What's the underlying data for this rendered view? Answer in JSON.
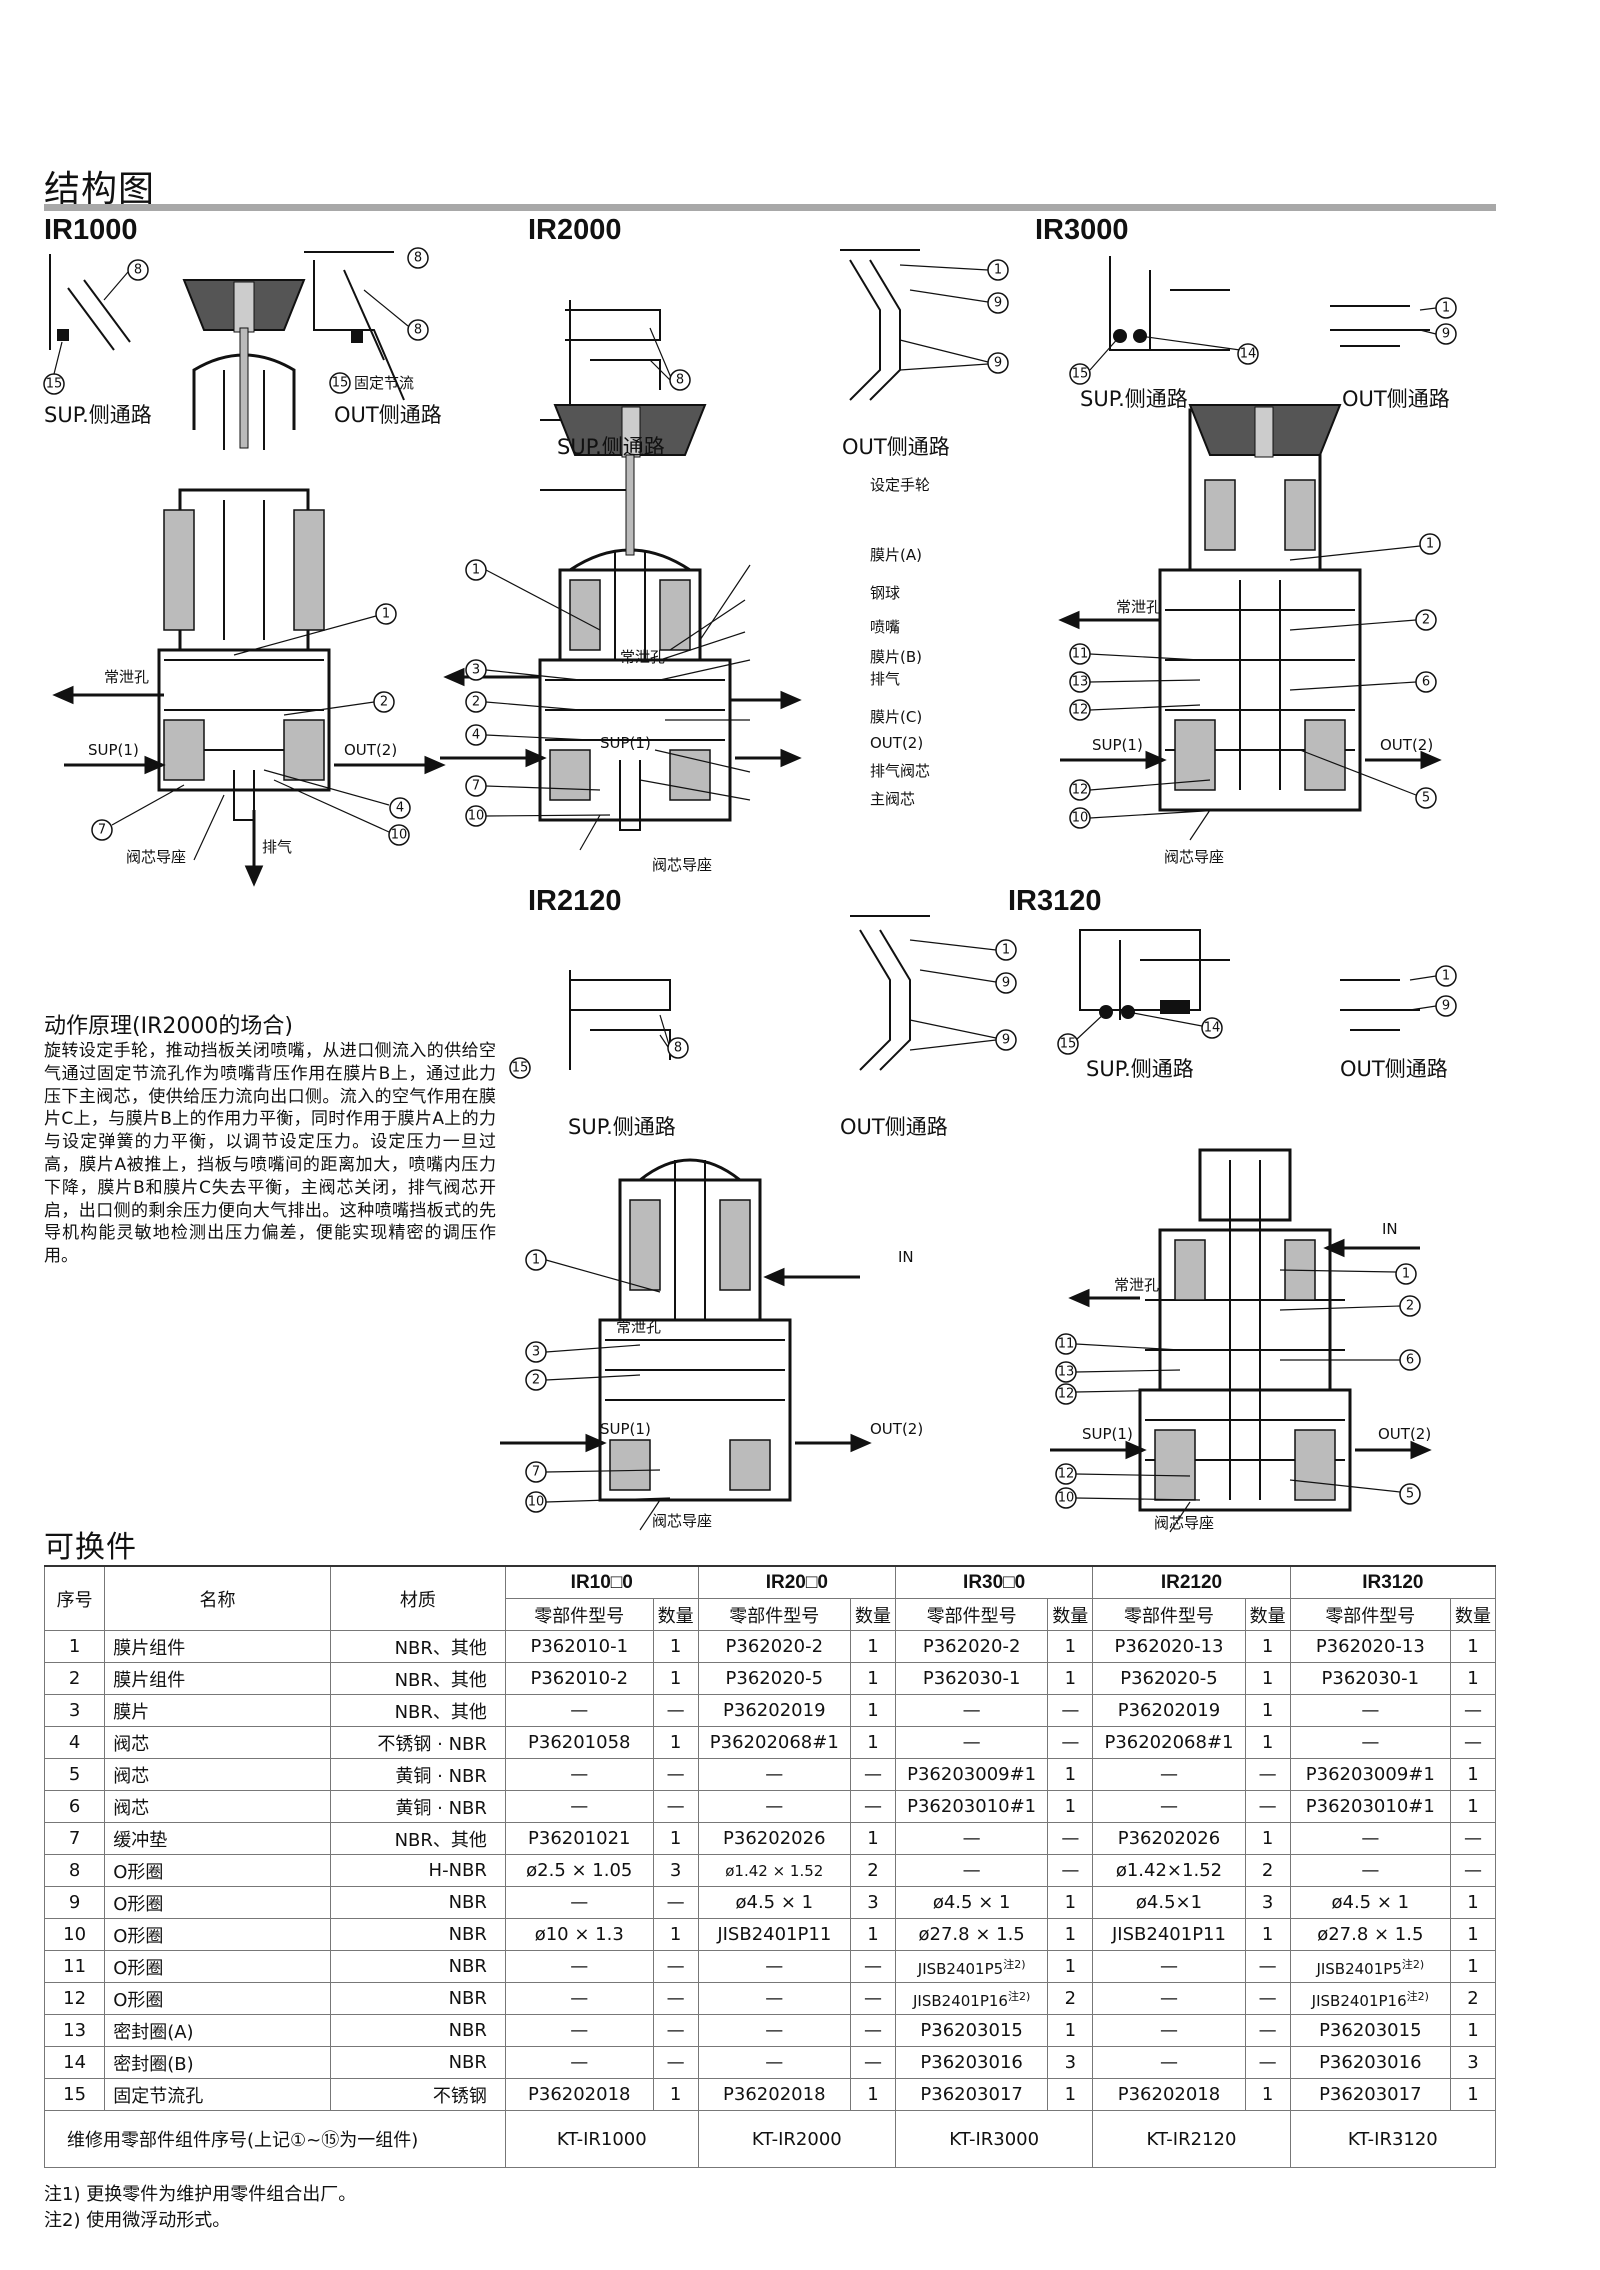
{
  "section_title": "结构图",
  "models": {
    "ir1000": "IR1000",
    "ir2000": "IR2000",
    "ir3000": "IR3000",
    "ir2120": "IR2120",
    "ir3120": "IR3120"
  },
  "labels": {
    "sup_side": "SUP.侧通路",
    "out_side": "OUT侧通路",
    "fixed_orifice": "固定节流",
    "handwheel": "设定手轮",
    "bleed_hole": "常泄孔",
    "sup1": "SUP(1)",
    "out2": "OUT(2)",
    "valve_guide": "阀芯导座",
    "exhaust": "排气",
    "diaphragm_a": "膜片(A)",
    "steel_ball": "钢球",
    "nozzle": "喷嘴",
    "diaphragm_b": "膜片(B)",
    "diaphragm_c": "膜片(C)",
    "exhaust_valve": "排气阀芯",
    "main_valve": "主阀芯",
    "in": "IN"
  },
  "principle": {
    "title": "动作原理(IR2000的场合)",
    "text": "旋转设定手轮，推动挡板关闭喷嘴，从进口侧流入的供给空气通过固定节流孔作为喷嘴背压作用在膜片B上，通过此力压下主阀芯，使供给压力流向出口侧。流入的空气作用在膜片C上，与膜片B上的作用力平衡，同时作用于膜片A上的力与设定弹簧的力平衡，以调节设定压力。设定压力一旦过高，膜片A被推上，挡板与喷嘴间的距离加大，喷嘴内压力下降，膜片B和膜片C失去平衡，主阀芯关闭，排气阀芯开启，出口侧的剩余压力便向大气排出。这种喷嘴挡板式的先导机构能灵敏地检测出压力偏差，便能实现精密的调压作用。"
  },
  "parts_table": {
    "title": "可换件",
    "col_no": "序号",
    "col_name": "名称",
    "col_material": "材质",
    "col_part": "零部件型号",
    "col_qty": "数量",
    "models": [
      "IR10□0",
      "IR20□0",
      "IR30□0",
      "IR2120",
      "IR3120"
    ],
    "rows": [
      {
        "no": "1",
        "name": "膜片组件",
        "mat": "NBR、其他",
        "c": [
          [
            "P362010-1",
            "1"
          ],
          [
            "P362020-2",
            "1"
          ],
          [
            "P362020-2",
            "1"
          ],
          [
            "P362020-13",
            "1"
          ],
          [
            "P362020-13",
            "1"
          ]
        ]
      },
      {
        "no": "2",
        "name": "膜片组件",
        "mat": "NBR、其他",
        "c": [
          [
            "P362010-2",
            "1"
          ],
          [
            "P362020-5",
            "1"
          ],
          [
            "P362030-1",
            "1"
          ],
          [
            "P362020-5",
            "1"
          ],
          [
            "P362030-1",
            "1"
          ]
        ]
      },
      {
        "no": "3",
        "name": "膜片",
        "mat": "NBR、其他",
        "c": [
          [
            "—",
            "—"
          ],
          [
            "P36202019",
            "1"
          ],
          [
            "—",
            "—"
          ],
          [
            "P36202019",
            "1"
          ],
          [
            "—",
            "—"
          ]
        ]
      },
      {
        "no": "4",
        "name": "阀芯",
        "mat": "不锈钢 · NBR",
        "c": [
          [
            "P36201058",
            "1"
          ],
          [
            "P36202068#1",
            "1"
          ],
          [
            "—",
            "—"
          ],
          [
            "P36202068#1",
            "1"
          ],
          [
            "—",
            "—"
          ]
        ]
      },
      {
        "no": "5",
        "name": "阀芯",
        "mat": "黄铜 · NBR",
        "c": [
          [
            "—",
            "—"
          ],
          [
            "—",
            "—"
          ],
          [
            "P36203009#1",
            "1"
          ],
          [
            "—",
            "—"
          ],
          [
            "P36203009#1",
            "1"
          ]
        ]
      },
      {
        "no": "6",
        "name": "阀芯",
        "mat": "黄铜 · NBR",
        "c": [
          [
            "—",
            "—"
          ],
          [
            "—",
            "—"
          ],
          [
            "P36203010#1",
            "1"
          ],
          [
            "—",
            "—"
          ],
          [
            "P36203010#1",
            "1"
          ]
        ]
      },
      {
        "no": "7",
        "name": "缓冲垫",
        "mat": "NBR、其他",
        "c": [
          [
            "P36201021",
            "1"
          ],
          [
            "P36202026",
            "1"
          ],
          [
            "—",
            "—"
          ],
          [
            "P36202026",
            "1"
          ],
          [
            "—",
            "—"
          ]
        ]
      },
      {
        "no": "8",
        "name": "O形圈",
        "mat": "H-NBR",
        "c": [
          [
            "ø2.5 × 1.05",
            "3"
          ],
          [
            "ø1.42 × 1.52",
            "2"
          ],
          [
            "—",
            "—"
          ],
          [
            "ø1.42×1.52",
            "2"
          ],
          [
            "—",
            "—"
          ]
        ]
      },
      {
        "no": "9",
        "name": "O形圈",
        "mat": "NBR",
        "c": [
          [
            "—",
            "—"
          ],
          [
            "ø4.5 × 1",
            "3"
          ],
          [
            "ø4.5 × 1",
            "1"
          ],
          [
            "ø4.5×1",
            "3"
          ],
          [
            "ø4.5 × 1",
            "1"
          ]
        ]
      },
      {
        "no": "10",
        "name": "O形圈",
        "mat": "NBR",
        "c": [
          [
            "ø10 × 1.3",
            "1"
          ],
          [
            "JISB2401P11",
            "1"
          ],
          [
            "ø27.8 × 1.5",
            "1"
          ],
          [
            "JISB2401P11",
            "1"
          ],
          [
            "ø27.8 × 1.5",
            "1"
          ]
        ]
      },
      {
        "no": "11",
        "name": "O形圈",
        "mat": "NBR",
        "c": [
          [
            "—",
            "—"
          ],
          [
            "—",
            "—"
          ],
          [
            "JISB2401P5注2)",
            "1"
          ],
          [
            "—",
            "—"
          ],
          [
            "JISB2401P5注2)",
            "1"
          ]
        ]
      },
      {
        "no": "12",
        "name": "O形圈",
        "mat": "NBR",
        "c": [
          [
            "—",
            "—"
          ],
          [
            "—",
            "—"
          ],
          [
            "JISB2401P16注2)",
            "2"
          ],
          [
            "—",
            "—"
          ],
          [
            "JISB2401P16注2)",
            "2"
          ]
        ]
      },
      {
        "no": "13",
        "name": "密封圈(A)",
        "mat": "NBR",
        "c": [
          [
            "—",
            "—"
          ],
          [
            "—",
            "—"
          ],
          [
            "P36203015",
            "1"
          ],
          [
            "—",
            "—"
          ],
          [
            "P36203015",
            "1"
          ]
        ]
      },
      {
        "no": "14",
        "name": "密封圈(B)",
        "mat": "NBR",
        "c": [
          [
            "—",
            "—"
          ],
          [
            "—",
            "—"
          ],
          [
            "P36203016",
            "3"
          ],
          [
            "—",
            "—"
          ],
          [
            "P36203016",
            "3"
          ]
        ]
      },
      {
        "no": "15",
        "name": "固定节流孔",
        "mat": "不锈钢",
        "c": [
          [
            "P36202018",
            "1"
          ],
          [
            "P36202018",
            "1"
          ],
          [
            "P36203017",
            "1"
          ],
          [
            "P36202018",
            "1"
          ],
          [
            "P36203017",
            "1"
          ]
        ]
      }
    ],
    "kit_label": "维修用零部件组件序号(上记①~⑮为一组件)",
    "kits": [
      "KT-IR1000",
      "KT-IR2000",
      "KT-IR3000",
      "KT-IR2120",
      "KT-IR3120"
    ]
  },
  "notes": [
    "注1) 更换零件为维护用零件组合出厂。",
    "注2) 使用微浮动形式。"
  ]
}
